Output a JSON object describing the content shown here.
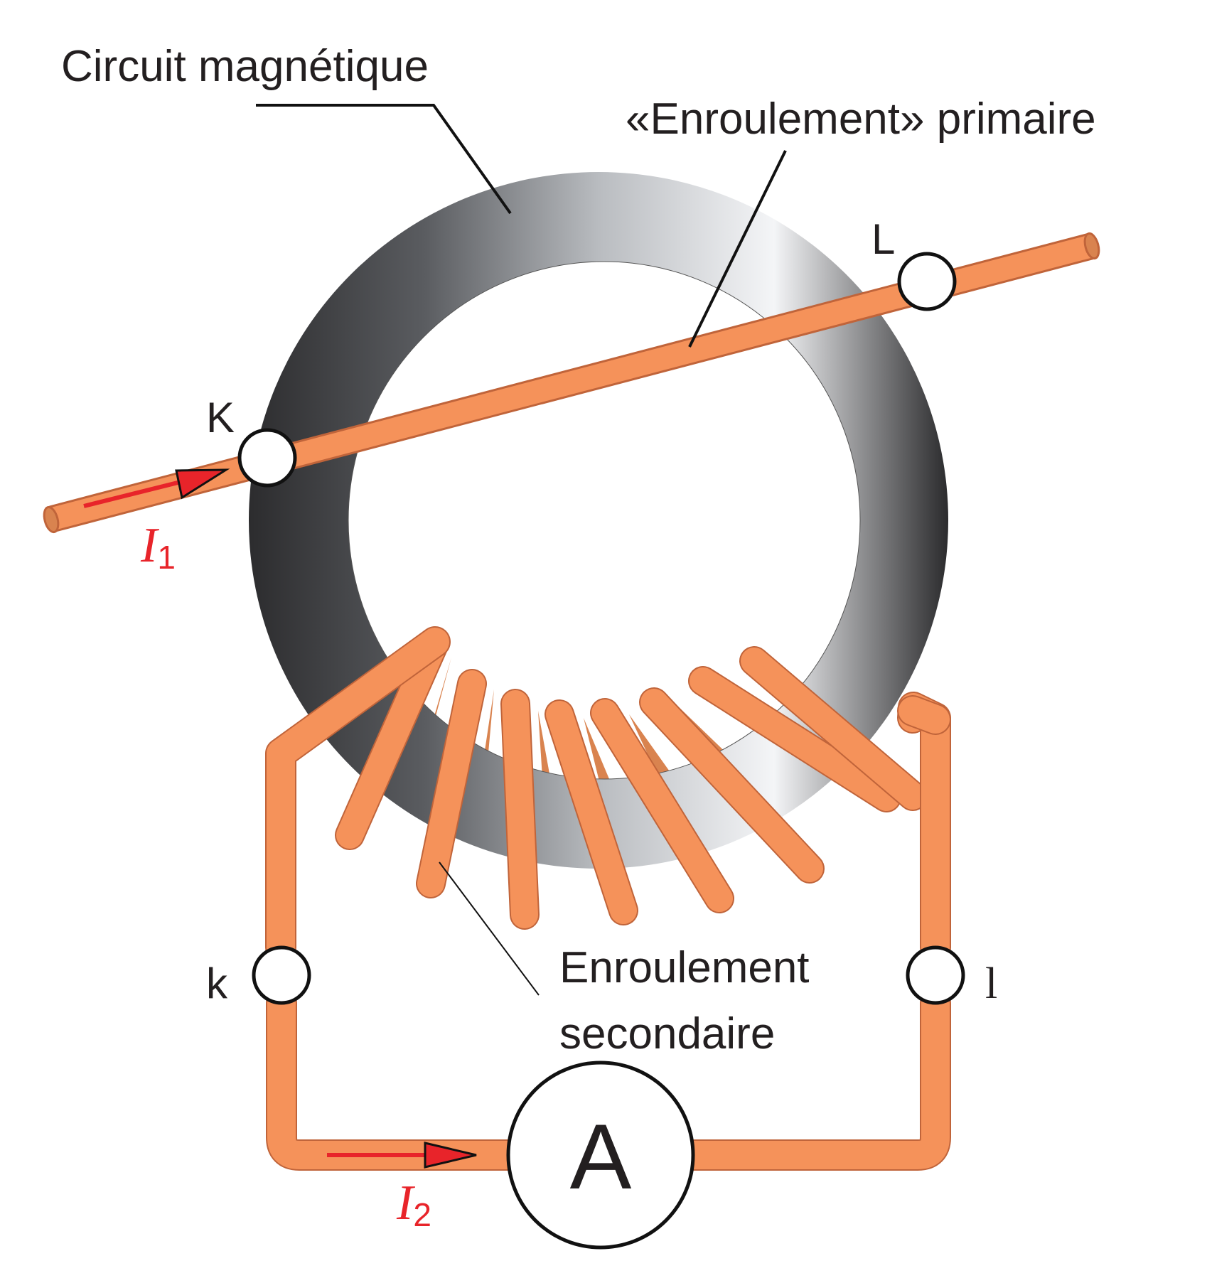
{
  "labels": {
    "core": "Circuit magnétique",
    "primary": "«Enroulement» primaire",
    "secondary_line1": "Enroulement",
    "secondary_line2": "secondaire",
    "terminal_K": "K",
    "terminal_L": "L",
    "terminal_k": "k",
    "terminal_l": "l",
    "ammeter": "A"
  },
  "currents": {
    "primary": {
      "symbol": "I",
      "index": "1"
    },
    "secondary": {
      "symbol": "I",
      "index": "2"
    }
  },
  "colors": {
    "wire": "#f5925a",
    "wire_edge": "#c0643a",
    "wire_back": "#d9834f",
    "arrow": "#e8242a",
    "core_dark": "#2c2c2e",
    "core_light": "#f4f5f7",
    "terminal_fill": "#ffffff",
    "stroke": "#111111"
  }
}
